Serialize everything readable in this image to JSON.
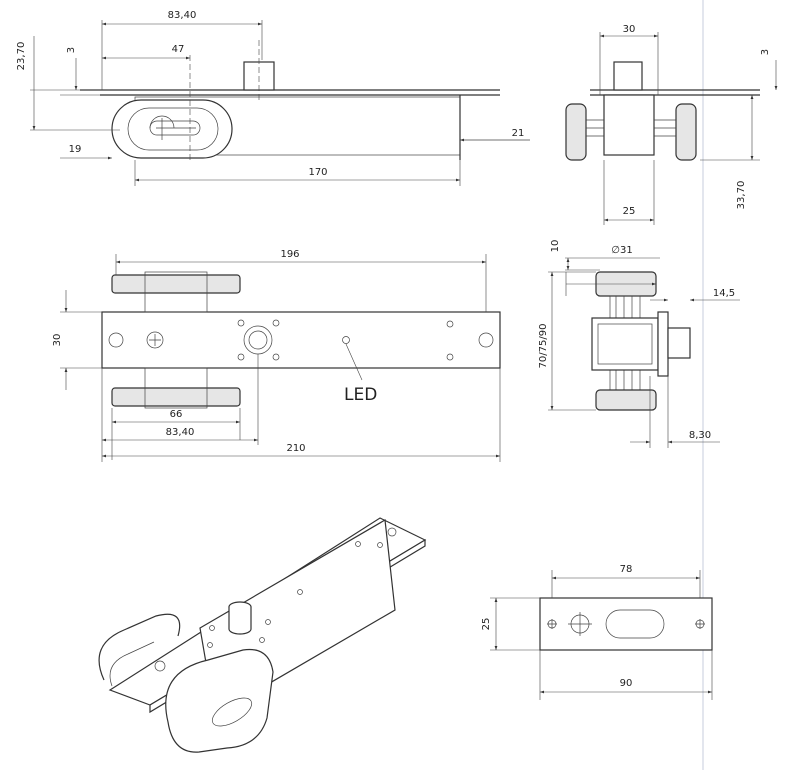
{
  "top_view": {
    "dim_width": "83,40",
    "dim_height": "23,70",
    "dim_3": "3",
    "dim_47": "47",
    "dim_19": "19",
    "dim_170": "170",
    "dim_21": "21"
  },
  "side_view": {
    "dim_30": "30",
    "dim_3": "3",
    "dim_25": "25",
    "dim_33_70": "33,70"
  },
  "front_view": {
    "dim_196": "196",
    "dim_30": "30",
    "dim_66": "66",
    "dim_83_40": "83,40",
    "dim_210": "210",
    "led_label": "LED"
  },
  "end_view": {
    "dim_10": "10",
    "dim_dia31": "∅31",
    "dim_14_5": "14,5",
    "dim_70_75_90": "70/75/90",
    "dim_8_30": "8,30"
  },
  "plate_view": {
    "dim_78": "78",
    "dim_25": "25",
    "dim_90": "90"
  }
}
